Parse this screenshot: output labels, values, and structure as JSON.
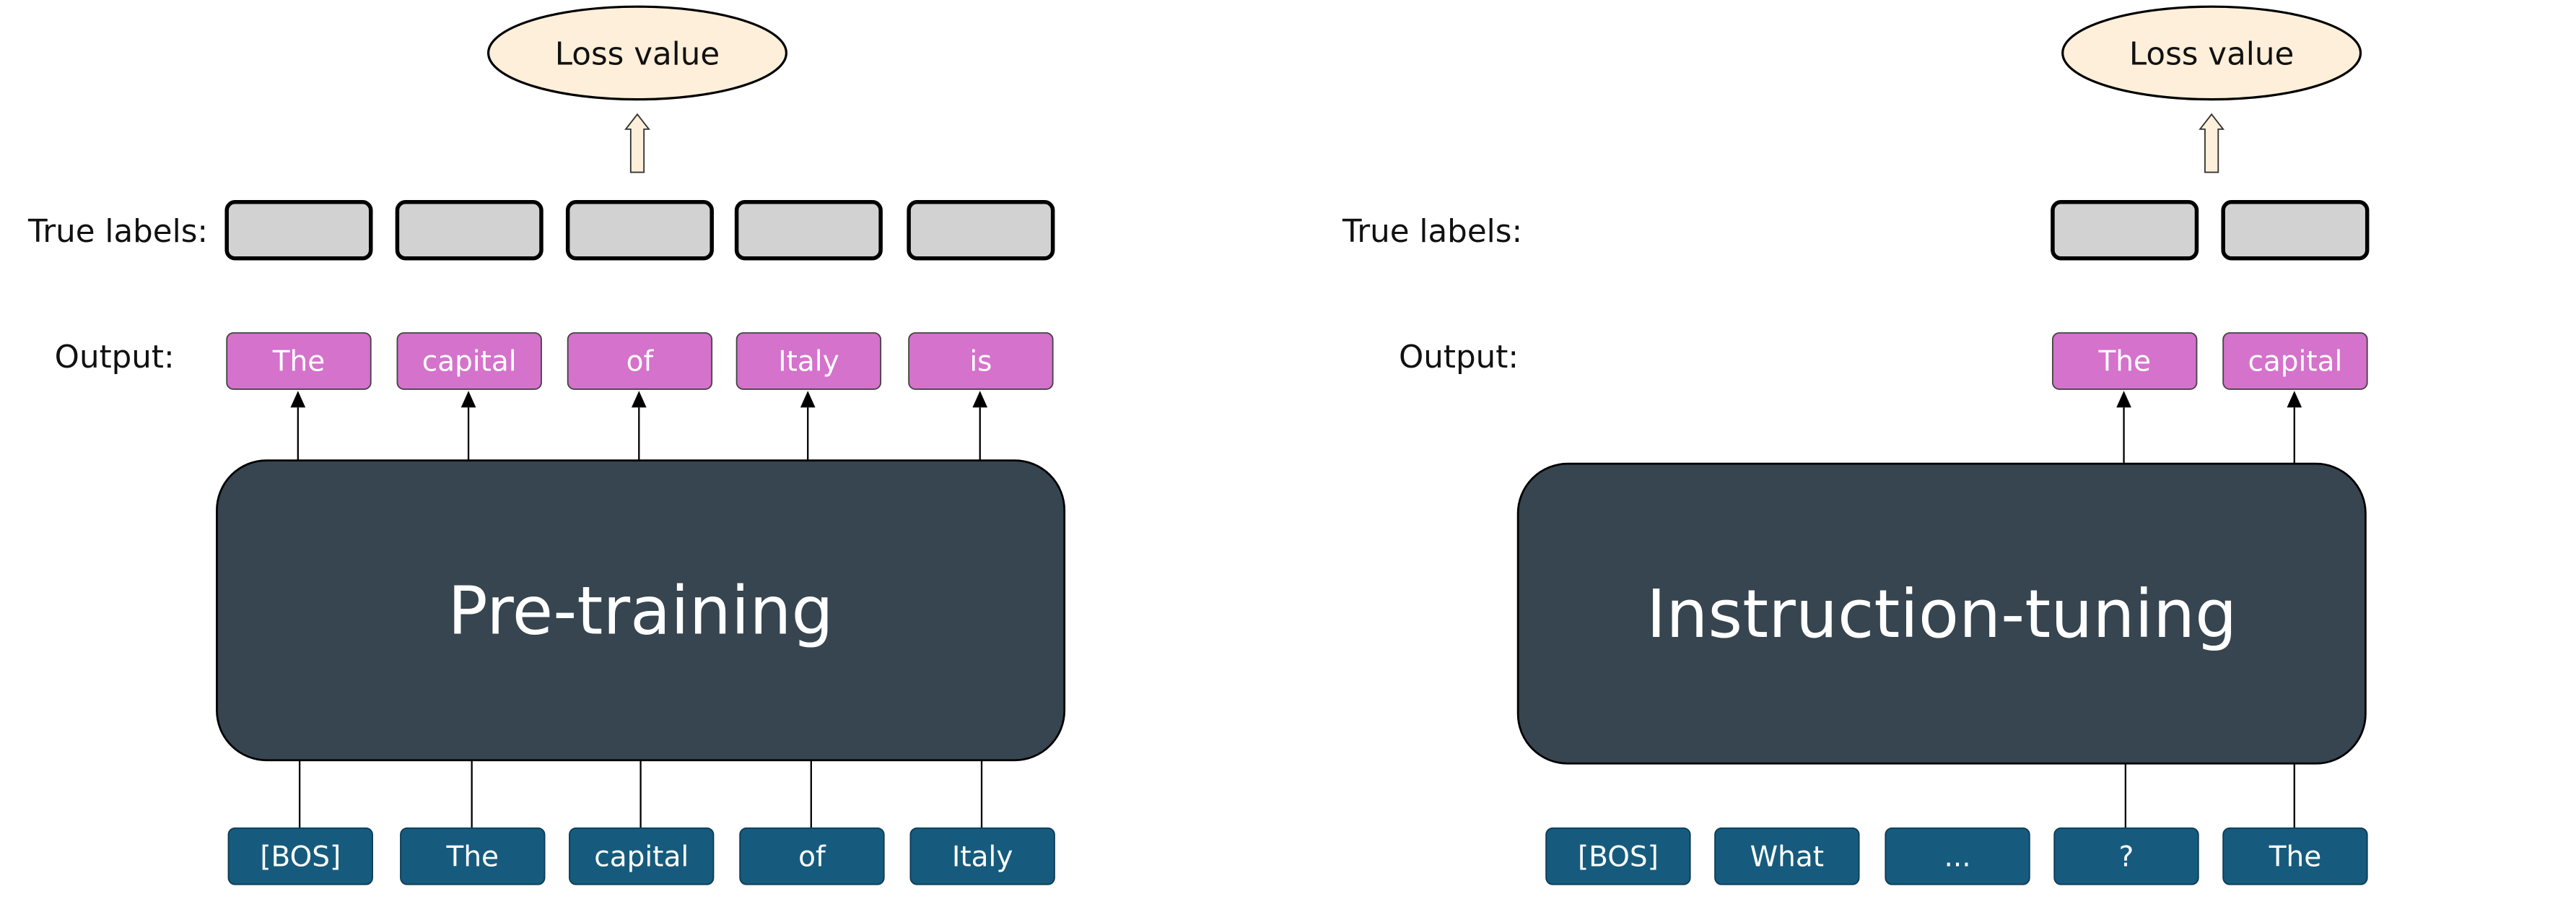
{
  "colors": {
    "model_fill": "#364550",
    "output_fill": "#d472cc",
    "input_fill": "#165b7d",
    "label_fill": "#d2d2d2",
    "loss_fill": "#fdefd9",
    "arrow_fill": "#fdefd9",
    "text_dark": "#111111",
    "text_light": "#ffffff"
  },
  "icons": {
    "loss_arrow": "up-arrow-icon"
  },
  "panels": [
    {
      "id": "pretraining",
      "model_label": "Pre-training",
      "loss_label": "Loss value",
      "true_labels_label": "True labels:",
      "output_label": "Output:",
      "outputs": [
        "The",
        "capital",
        "of",
        "Italy",
        "is"
      ],
      "inputs": [
        "[BOS]",
        "The",
        "capital",
        "of",
        "Italy"
      ]
    },
    {
      "id": "instruction-tuning",
      "model_label": "Instruction-tuning",
      "loss_label": "Loss value",
      "true_labels_label": "True labels:",
      "output_label": "Output:",
      "outputs": [
        "The",
        "capital"
      ],
      "inputs": [
        "[BOS]",
        "What",
        "...",
        "?",
        "The"
      ]
    }
  ]
}
